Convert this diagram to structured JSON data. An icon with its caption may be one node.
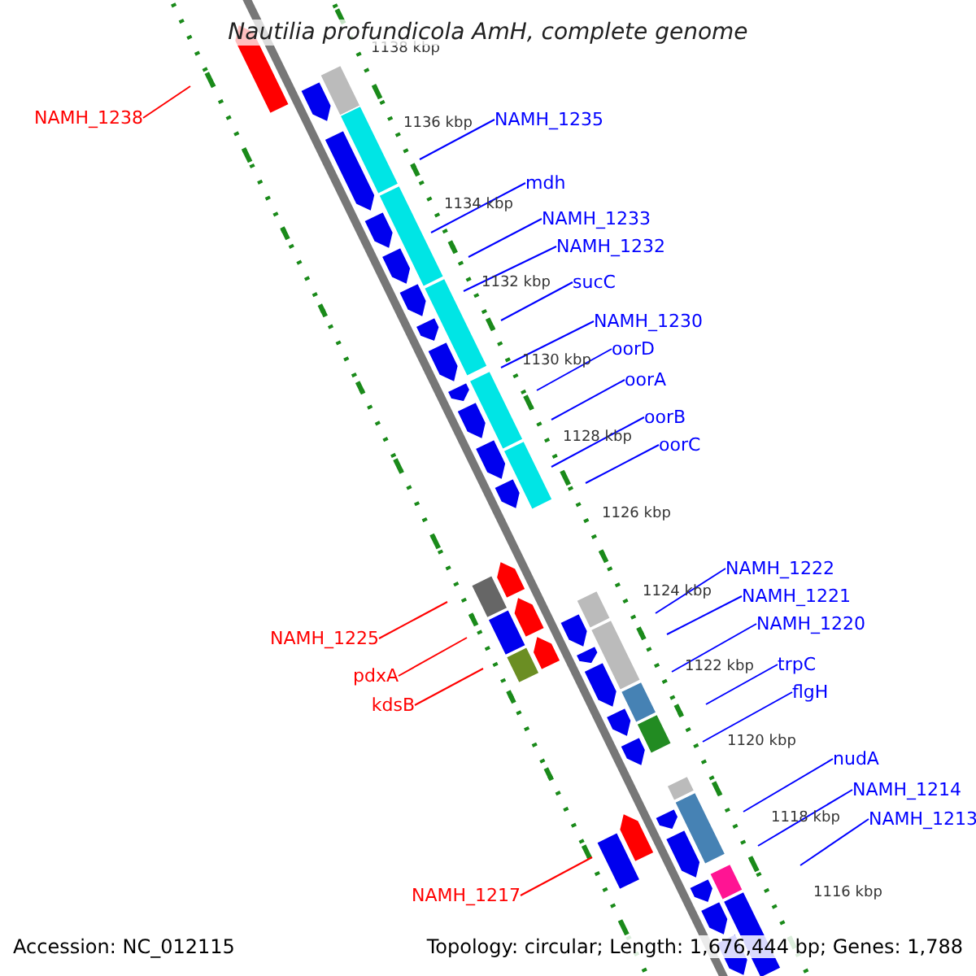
{
  "diagram": {
    "title": "Nautilia profundicola AmH, complete genome",
    "nodes": [
      {
        "text": [
          "NAMH_1238"
        ]
      },
      {
        "text": [
          "NAMH_1235"
        ]
      },
      {
        "text": [
          "mdh"
        ]
      },
      {
        "text": [
          "NAMH_1233"
        ]
      },
      {
        "text": [
          "NAMH_1232"
        ]
      },
      {
        "text": [
          "sucC"
        ]
      },
      {
        "text": [
          "NAMH_1230"
        ]
      },
      {
        "text": [
          "oorD"
        ]
      },
      {
        "text": [
          "oorA"
        ]
      },
      {
        "text": [
          "oorB"
        ]
      },
      {
        "text": [
          "oorC"
        ]
      },
      {
        "text": [
          "NAMH_1222"
        ]
      },
      {
        "text": [
          "NAMH_1221"
        ]
      },
      {
        "text": [
          "NAMH_1220"
        ]
      },
      {
        "text": [
          "NAMH_1225"
        ]
      },
      {
        "text": [
          "trpC"
        ]
      },
      {
        "text": [
          "pdxA"
        ]
      },
      {
        "text": [
          "flgH"
        ]
      },
      {
        "text": [
          "kdsB"
        ]
      },
      {
        "text": [
          "nudA"
        ]
      },
      {
        "text": [
          "NAMH_1214"
        ]
      },
      {
        "text": [
          "NAMH_1213"
        ]
      },
      {
        "text": [
          "NAMH_1217"
        ]
      }
    ],
    "edges": [
      {
        "from": 0,
        "to": null,
        "arrow": "none",
        "color": "#ff0000"
      },
      {
        "from": 1,
        "to": null,
        "arrow": "none"
      },
      {
        "from": 2,
        "to": null,
        "arrow": "none"
      },
      {
        "from": 3,
        "to": null,
        "arrow": "none"
      },
      {
        "from": 4,
        "to": null,
        "arrow": "none"
      },
      {
        "from": 5,
        "to": null,
        "arrow": "none"
      },
      {
        "from": 6,
        "to": null,
        "arrow": "none"
      },
      {
        "from": 7,
        "to": null,
        "arrow": "none"
      },
      {
        "from": 8,
        "to": null,
        "arrow": "none"
      },
      {
        "from": 9,
        "to": null,
        "arrow": "none"
      },
      {
        "from": 10,
        "to": null,
        "arrow": "none"
      },
      {
        "from": 11,
        "to": null,
        "arrow": "none"
      },
      {
        "from": 12,
        "to": null,
        "arrow": "none"
      },
      {
        "from": 13,
        "to": null,
        "arrow": "none"
      },
      {
        "from": 14,
        "to": null,
        "arrow": "none",
        "color": "#ff0000"
      },
      {
        "from": 15,
        "to": null,
        "arrow": "none"
      },
      {
        "from": 16,
        "to": null,
        "arrow": "none",
        "color": "#ff0000"
      },
      {
        "from": 17,
        "to": null,
        "arrow": "none"
      },
      {
        "from": 18,
        "to": null,
        "arrow": "none",
        "color": "#ff0000"
      },
      {
        "from": 19,
        "to": null,
        "arrow": "none"
      },
      {
        "from": 20,
        "to": null,
        "arrow": "none"
      },
      {
        "from": 21,
        "to": null,
        "arrow": "none"
      },
      {
        "from": 22,
        "to": null,
        "arrow": "none",
        "color": "#ff0000"
      }
    ],
    "labels": [
      "1138 kbp",
      "1136 kbp",
      "1134 kbp",
      "1132 kbp",
      "1130 kbp",
      "1128 kbp",
      "1126 kbp",
      "1124 kbp",
      "1122 kbp",
      "1120 kbp",
      "1118 kbp",
      "1116 kbp",
      "Accession: NC_012115",
      "Topology: circular; Length: 1,676,444 bp; Genes: 1,788"
    ]
  }
}
